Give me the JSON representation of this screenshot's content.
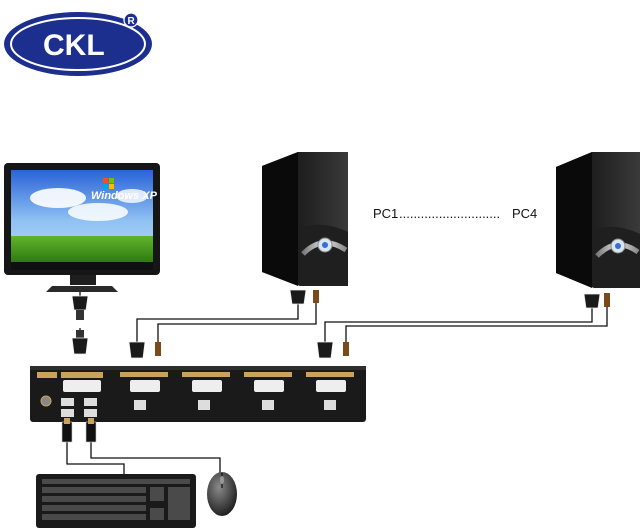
{
  "brand": {
    "logo_text": "CKL",
    "registered_mark": "R"
  },
  "monitor": {
    "screen_text": "Windows XP"
  },
  "computers": {
    "range_label_start": "PC1",
    "range_label_dots": "............................",
    "range_label_end": "PC4"
  },
  "colors": {
    "brand_blue": "#1c2f8f",
    "cable": "#111111",
    "kvm_body": "#1a1a1a",
    "port_gold": "#c9a35a"
  }
}
